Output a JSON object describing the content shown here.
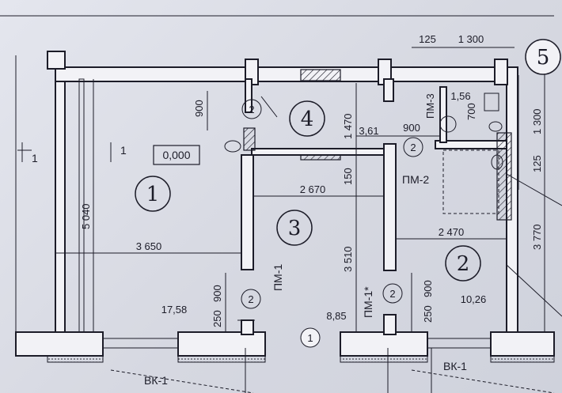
{
  "rooms": [
    {
      "number": "1"
    },
    {
      "number": "2"
    },
    {
      "number": "3"
    },
    {
      "number": "4"
    },
    {
      "number": "5"
    }
  ],
  "areas": {
    "room1": "17,58",
    "room2": "10,26",
    "room4": "3,61",
    "room5": "1,56"
  },
  "level": "0,000",
  "section_marks": {
    "left": "1",
    "inner": "1"
  },
  "partitions": {
    "pm1_left": "ПМ-1",
    "pm1_star": "ПМ-1*",
    "pm2": "ПМ-2",
    "pm3": "ПМ-3",
    "pm_circle": "2"
  },
  "wall_units": {
    "vk_left": "ВК-1",
    "vk_right": "ВК-1",
    "vk_circle": "1"
  },
  "dimensions": {
    "d125_top": "125",
    "d1300_top": "1 300",
    "d900_r4": "900",
    "d1470": "1 470",
    "d900_mid": "900",
    "d700": "700",
    "d5040": "5 040",
    "d150": "150",
    "d2670": "2 670",
    "d3650": "3 650",
    "d3510": "3 510",
    "d2470": "2 470",
    "d1300_right": "1 300",
    "d125_right": "125",
    "d3770": "3 770",
    "d900_left": "900",
    "d250_left": "250",
    "d900_right": "900",
    "d250_right": "250",
    "d8_85": "8,85"
  }
}
